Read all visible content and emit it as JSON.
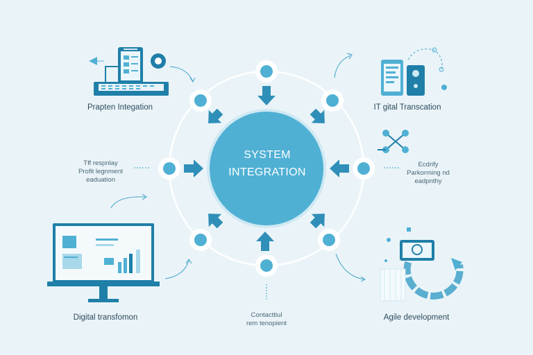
{
  "center": {
    "line1": "SYSTEM",
    "line2": "INTEGRATION"
  },
  "labels": {
    "top_left": "Prapten Integation",
    "top_right": "IT gital Transcation",
    "mid_left_1": "Tff respnlay",
    "mid_left_2": "Profit legnment",
    "mid_left_3": "eaduation",
    "mid_right_1": "Ecdrify",
    "mid_right_2": "Parkorming nd",
    "mid_right_3": "eadpnthy",
    "bottom_left": "Digital transfomon",
    "bottom_center_1": "Contacttiul",
    "bottom_center_2": "rem tenopient",
    "bottom_right": "Agile development"
  },
  "colors": {
    "background": "#eaf4f8",
    "accent": "#4fb0d4",
    "dark": "#1f7fa8",
    "line": "#ffffff"
  }
}
